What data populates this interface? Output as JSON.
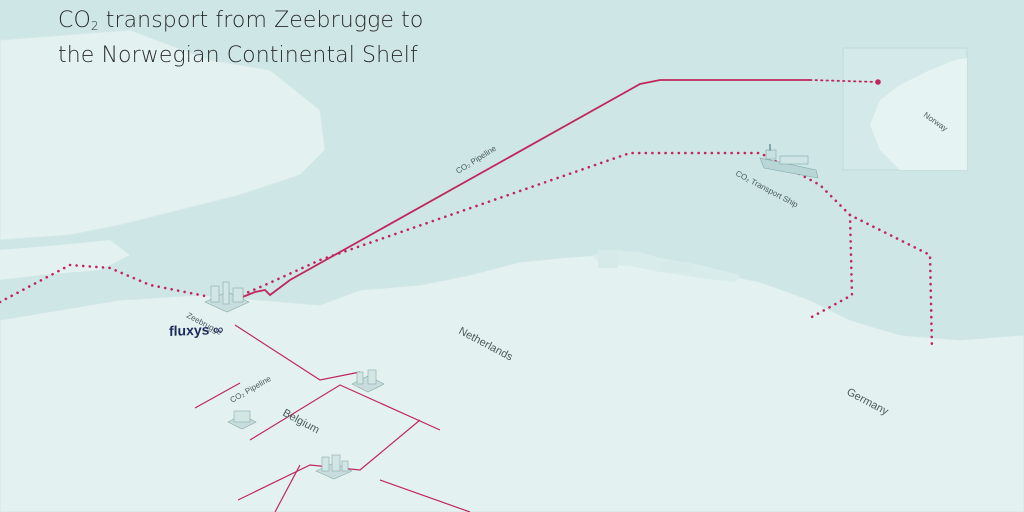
{
  "title": {
    "line1_prefix": "CO",
    "subscript": "2",
    "line1_suffix": " transport from Zeebrugge to",
    "line2": "the Norwegian Continental Shelf"
  },
  "labels": {
    "norway": "Norway",
    "netherlands": "Netherlands",
    "germany": "Germany",
    "belgium": "Belgium",
    "zeebrugge": "Zeebrugge",
    "co2_pipeline_offshore": "CO₂ Pipeline",
    "co2_transport_ship": "CO₂ Transport Ship",
    "co2_pipeline_onshore": "CO₂ Pipeline"
  },
  "brand": {
    "logo_text": "fluxys"
  },
  "colors": {
    "sea": "#cfe6e6",
    "land": "#e3f1f1",
    "land_dark": "#d6eaea",
    "route": "#c0275c",
    "logo": "#1d2a5c"
  },
  "icons": [
    "factory-icon",
    "ship-icon",
    "logo-mark-icon"
  ]
}
